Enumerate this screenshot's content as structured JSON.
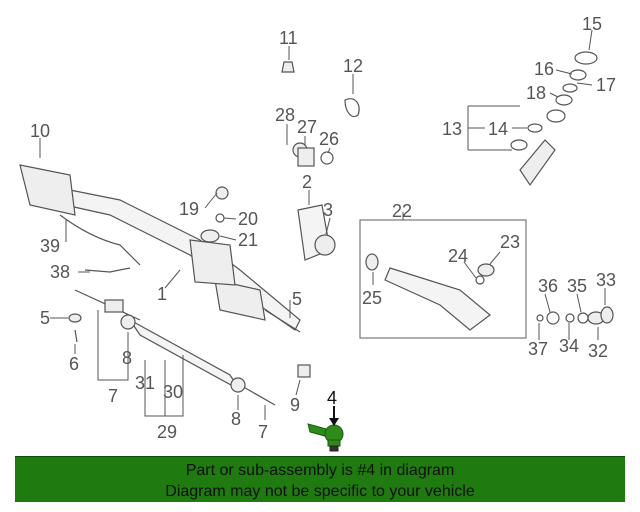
{
  "callouts": [
    "1",
    "2",
    "3",
    "4",
    "5",
    "6",
    "7",
    "8",
    "9",
    "10",
    "11",
    "12",
    "13",
    "14",
    "15",
    "16",
    "17",
    "18",
    "19",
    "20",
    "21",
    "22",
    "23",
    "24",
    "25",
    "26",
    "27",
    "28",
    "29",
    "30",
    "31",
    "32",
    "33",
    "34",
    "35",
    "36",
    "37",
    "38",
    "39"
  ],
  "highlight_part": "4",
  "banner": {
    "line1": "Part or sub-assembly is #4 in diagram",
    "line2": "Diagram may not be specific to your vehicle"
  },
  "colors": {
    "banner": "#1f7a0f",
    "highlight_part": "#2e8b1a",
    "lines": "#555555"
  }
}
